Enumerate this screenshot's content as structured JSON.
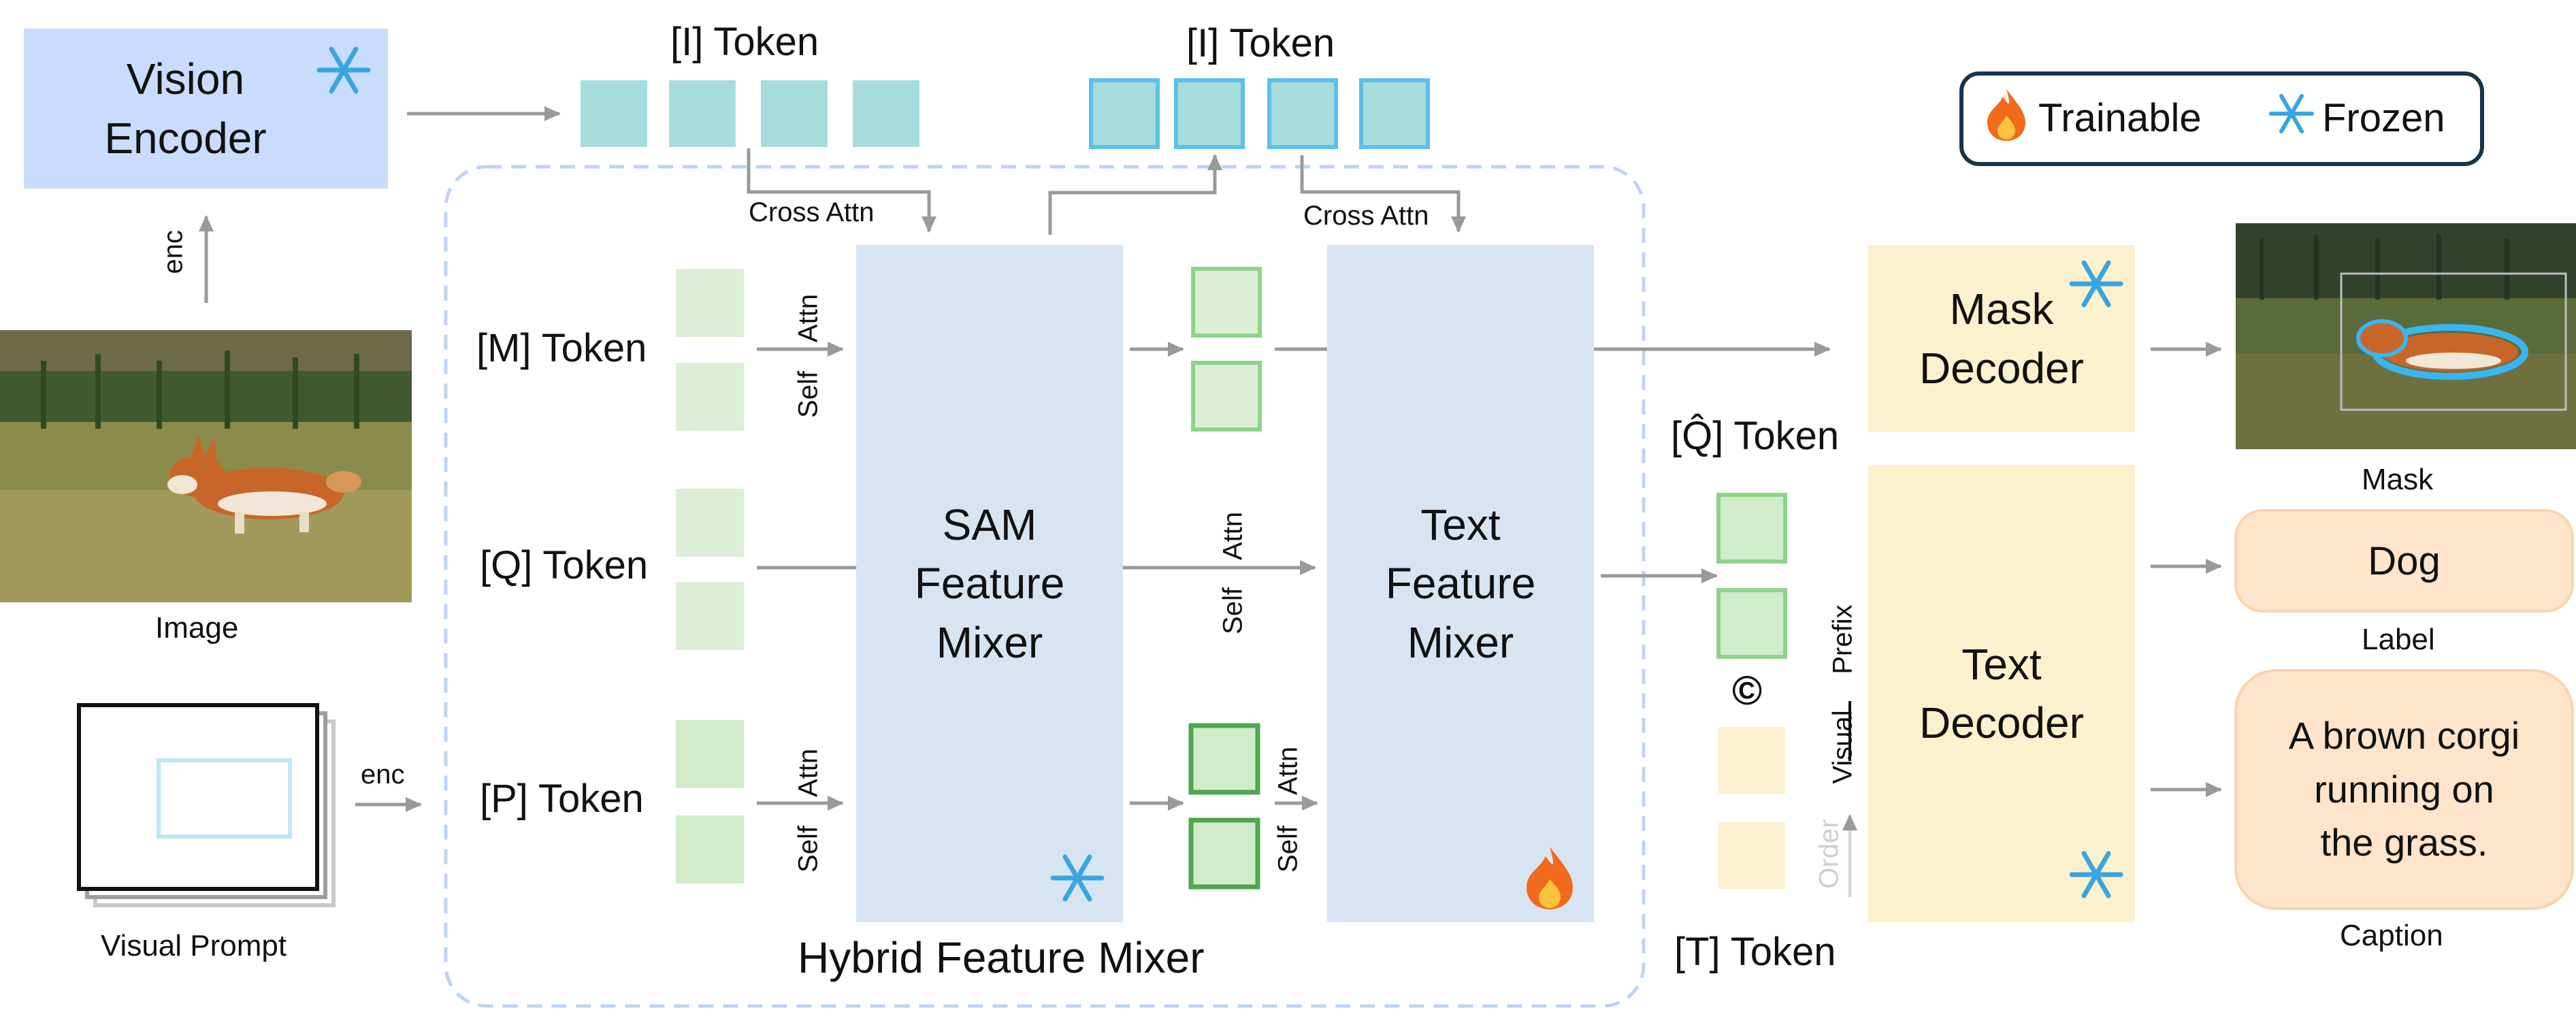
{
  "vision_encoder": {
    "line1": "Vision",
    "line2": "Encoder"
  },
  "enc_up": "enc",
  "image_label": "Image",
  "visual_prompt_label": "Visual Prompt",
  "enc_prompt": "enc",
  "image_tokens": {
    "top_left": "[I] Token",
    "top_right": "[I] Token"
  },
  "cross_attn": {
    "left": "Cross Attn",
    "right": "Cross Attn"
  },
  "tokens": {
    "m": "[M] Token",
    "q": "[Q] Token",
    "p": "[P] Token",
    "q_hat": "[Q̂] Token",
    "t": "[T] Token"
  },
  "attn_labels": {
    "attn": "Attn",
    "self": "Self"
  },
  "sam_mixer": {
    "line1": "SAM",
    "line2": "Feature",
    "line3": "Mixer"
  },
  "text_mixer": {
    "line1": "Text",
    "line2": "Feature",
    "line3": "Mixer"
  },
  "hybrid_label": "Hybrid Feature Mixer",
  "mask_decoder": {
    "line1": "Mask",
    "line2": "Decoder"
  },
  "text_decoder": {
    "line1": "Text",
    "line2": "Decoder"
  },
  "concat_symbol": "©",
  "prefix_labels": {
    "prefix": "Prefix",
    "visual": "Visual",
    "order": "Order"
  },
  "legend": {
    "trainable": "Trainable",
    "frozen": "Frozen"
  },
  "outputs": {
    "mask": "Mask",
    "label_value": "Dog",
    "label": "Label",
    "caption_line1": "A brown corgi",
    "caption_line2": "running on",
    "caption_line3": "the grass.",
    "caption": "Caption"
  },
  "colors": {
    "encoder_fill": "#c9dcfb",
    "mixer_fill": "#d7e5f3",
    "decoder_fill": "#fcf1cd",
    "token_teal": "#a7dcdc",
    "token_cyan_stroke": "#5cc0ea",
    "token_green_light": "#dcefd6",
    "token_green": "#d0eccb",
    "token_green_stroke": "#5bb55c",
    "output_fill": "#fde4cb",
    "arrow": "#9a9a9a"
  }
}
